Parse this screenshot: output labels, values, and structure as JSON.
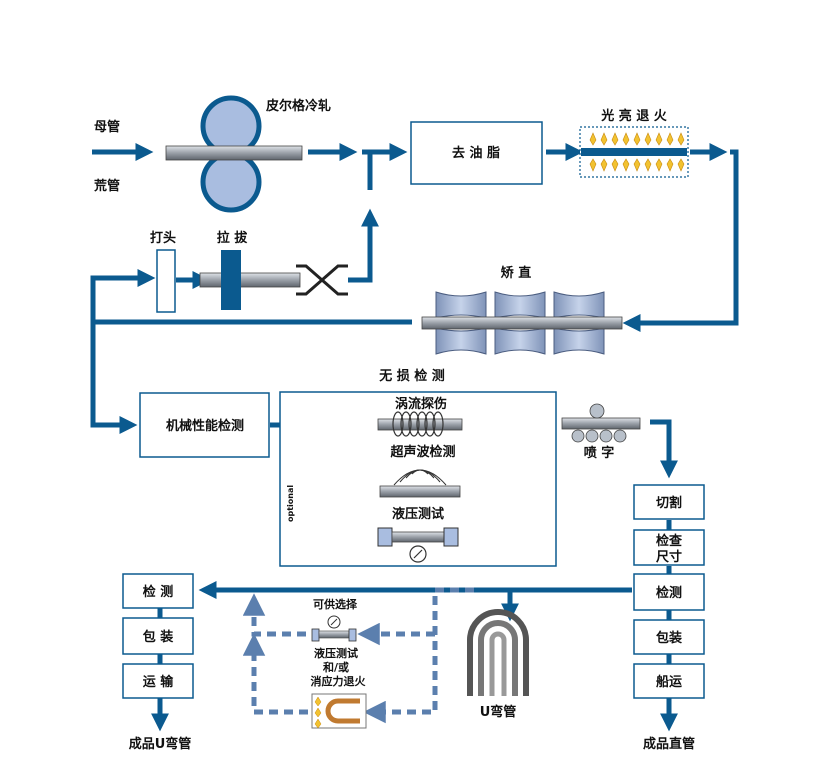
{
  "colors": {
    "flow": "#0b5a8f",
    "dashed": "#5b7fae",
    "roller": "#a9bde0",
    "pipe": "#8a9099",
    "flame": "#f2c230"
  },
  "labels": {
    "mother_tube_1": "母管",
    "mother_tube_2": "荒管",
    "pilger_cold_rolling": "皮尔格冷轧",
    "degreasing": "去 油 脂",
    "bright_annealing": "光 亮 退 火",
    "pointing": "打头",
    "drawing": "拉 拔",
    "straightening": "矫 直",
    "ndt_group": "无 损 检 测",
    "mechanical_test": "机械性能检测",
    "eddy_current": "涡流探伤",
    "ultrasonic": "超声波检测",
    "hydro_test": "液压测试",
    "optional": "optional",
    "marking": "喷 字",
    "cutting": "切割",
    "size_check": [
      "检查",
      "尺寸"
    ],
    "inspection_right": "检测",
    "packing_right": "包装",
    "shipping_right": "船运",
    "finished_straight": "成品直管",
    "u_tube": "U弯管",
    "optional_available": "可供选择",
    "hydro_test_2": "液压测试",
    "and_or": "和/或",
    "stress_relief": "消应力退火",
    "inspection_left": "检 测",
    "packing_left": "包 装",
    "transport_left": "运 输",
    "finished_u": "成品U弯管"
  },
  "icons": [
    "pilger-rolls-icon",
    "die-icon",
    "gripper-icon",
    "straightener-rolls-icon",
    "eddy-coil-icon",
    "ultrasonic-wave-icon",
    "pressure-gauge-icon",
    "marking-pipe-icon",
    "u-tube-icon",
    "flame-icon"
  ]
}
